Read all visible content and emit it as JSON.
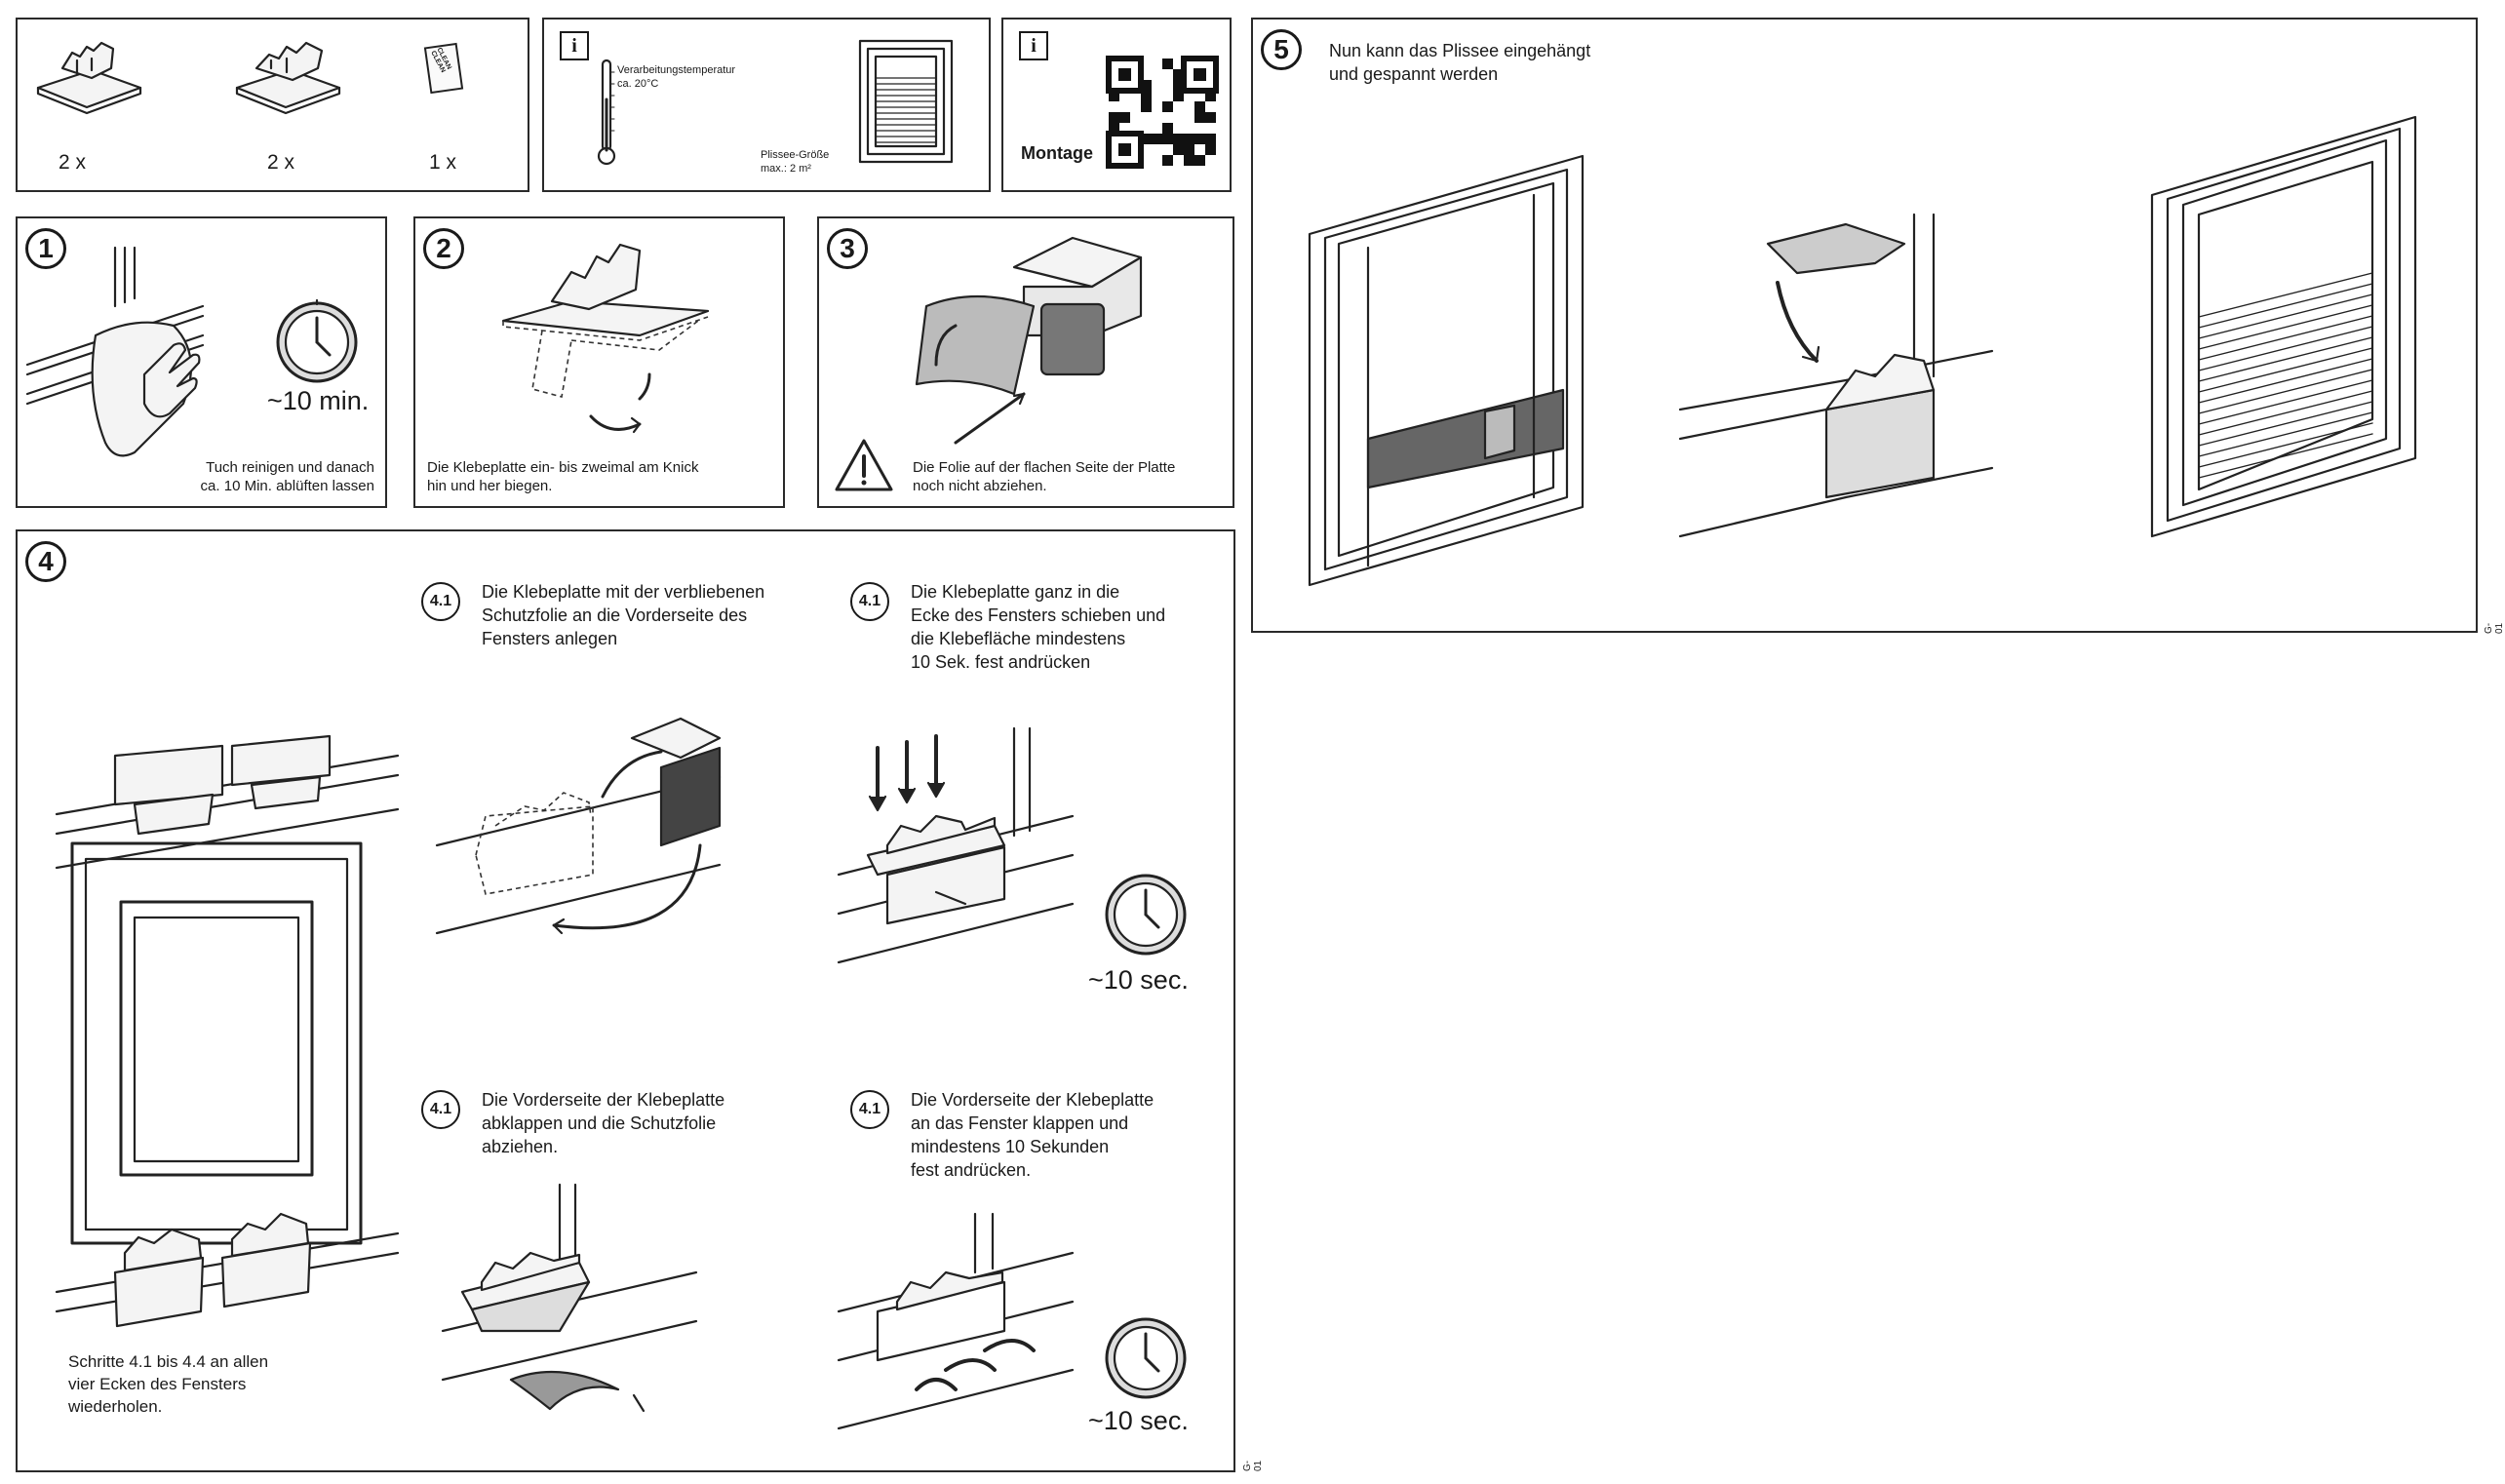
{
  "parts": {
    "counts": [
      "2 x",
      "2 x",
      "1 x"
    ],
    "cleaner_label": "CLEAN CLEAN"
  },
  "info_temp": {
    "icon": "i",
    "temp_label": "Verarbeitungstemperatur\nca. 20°C",
    "size_label": "Plissee-Größe\nmax.: 2 m²"
  },
  "info_montage": {
    "icon": "i",
    "label": "Montage"
  },
  "step1": {
    "number": "1",
    "time": "~10 min.",
    "text": "Tuch reinigen und danach\nca. 10 Min. ablüften lassen"
  },
  "step2": {
    "number": "2",
    "text": "Die Klebeplatte ein- bis zweimal am Knick\nhin und her biegen."
  },
  "step3": {
    "number": "3",
    "text": "Die Folie auf der flachen Seite der Platte\nnoch nicht abziehen."
  },
  "step4": {
    "number": "4",
    "repeat_text": "Schritte 4.1 bis 4.4 an allen\nvier Ecken des Fensters\nwiederholen.",
    "substeps": [
      {
        "number": "4.1",
        "text": "Die Klebeplatte mit der verbliebenen\nSchutzfolie an die Vorderseite des\nFensters anlegen"
      },
      {
        "number": "4.1",
        "text": "Die Klebeplatte ganz in die\nEcke des Fensters schieben und\ndie Klebefläche mindestens\n10 Sek. fest andrücken",
        "time": "~10 sec."
      },
      {
        "number": "4.1",
        "text": "Die Vorderseite der Klebeplatte\nabklappen und die Schutzfolie\nabziehen."
      },
      {
        "number": "4.1",
        "text": "Die Vorderseite der Klebeplatte\nan das Fenster klappen und\nmindestens 10 Sekunden\nfest andrücken.",
        "time": "~10 sec."
      }
    ],
    "code": "G-01"
  },
  "step5": {
    "number": "5",
    "text": "Nun kann das Plissee eingehängt\nund gespannt werden",
    "code": "G-01"
  }
}
